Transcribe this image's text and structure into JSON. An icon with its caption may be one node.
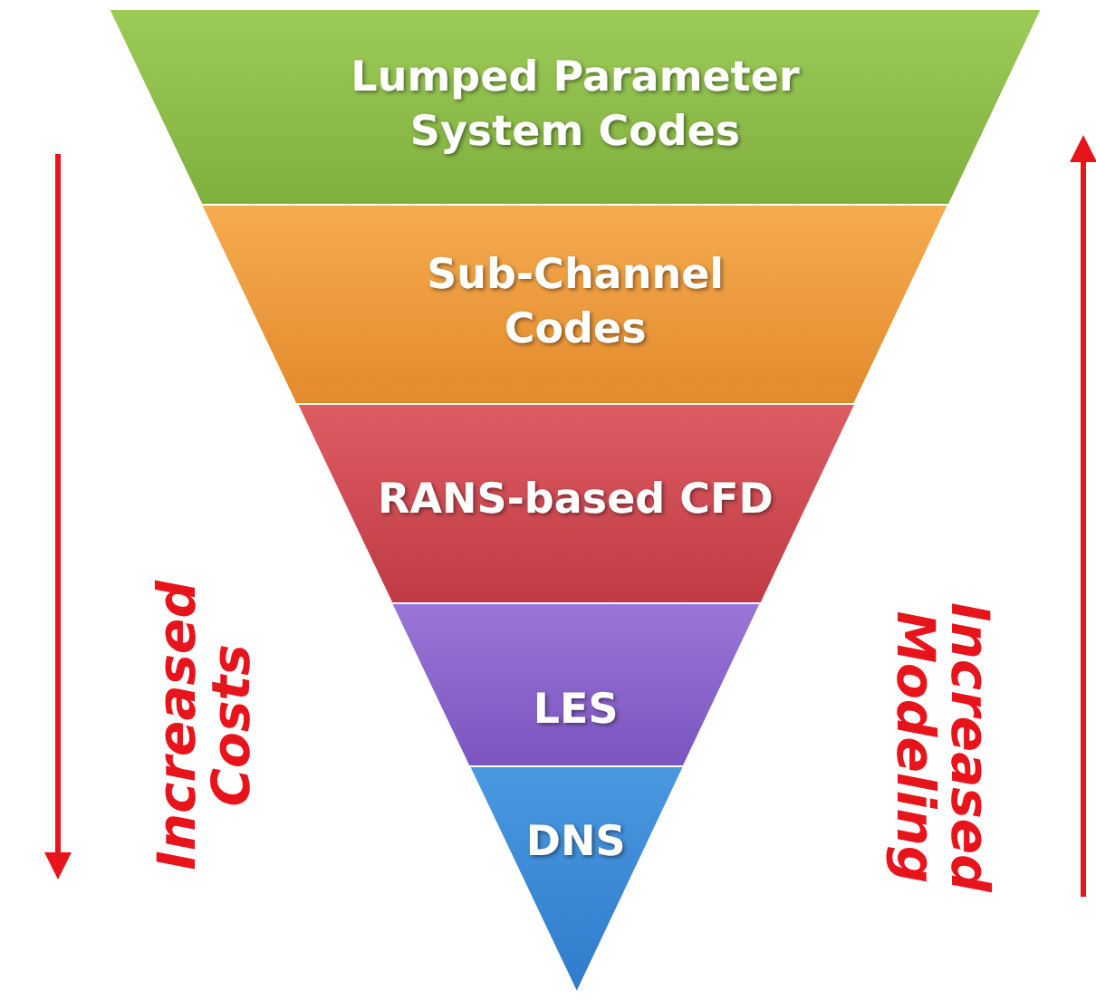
{
  "diagram": {
    "nodes": [
      {
        "text": [
          "Lumped Parameter System Codes"
        ]
      },
      {
        "text": [
          "Sub-Channel Codes"
        ]
      },
      {
        "text": [
          "RANS-based CFD"
        ]
      },
      {
        "text": [
          "LES"
        ]
      },
      {
        "text": [
          "DNS"
        ]
      }
    ],
    "labels": [
      "Increased Costs",
      "Increased Modeling"
    ]
  }
}
